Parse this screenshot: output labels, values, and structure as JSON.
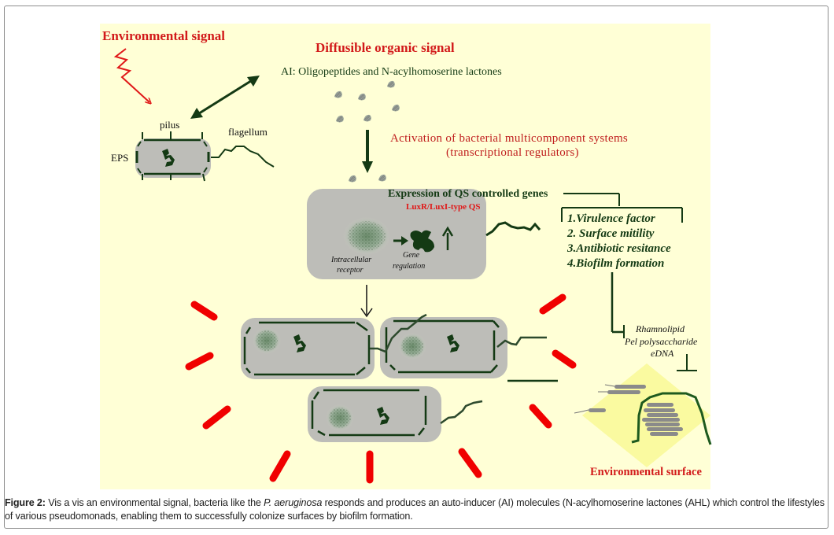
{
  "figure": {
    "labels": {
      "environmental_signal": "Environmental signal",
      "diffusible_signal": "Diffusible organic signal",
      "ai_molecules": "AI: Oligopeptides and N-acylhomoserine lactones",
      "pilus": "pilus",
      "flagellum": "flagellum",
      "eps": "EPS",
      "activation_line1": "Activation of bacterial multicomponent systems",
      "activation_line2": "(transcriptional regulators)",
      "expression": "Expression of QS controlled genes",
      "luxr": "LuxR/LuxI-type QS",
      "intracellular_line1": "Intracellular",
      "intracellular_line2": "receptor",
      "gene_line1": "Gene",
      "gene_line2": "regulation",
      "rhamnolipid": "Rhamnolipid",
      "pel": "Pel polysaccharide",
      "edna": "eDNA",
      "environmental_surface": "Environmental surface"
    },
    "qs_outcomes": [
      "1.Virulence factor",
      "2. Surface mitility",
      "3.Antibiotic resitance",
      "4.Biofilm formation"
    ],
    "colors": {
      "panel_bg": "#ffffd6",
      "signal_red": "#d21a1a",
      "dark_green": "#143a14",
      "cell_gray": "#bdbdb8",
      "surface_yellow": "#fafaa0"
    }
  },
  "caption": {
    "label": "Figure 2:",
    "text_before_species": " Vis a vis an environmental signal, bacteria like the ",
    "species": "P. aeruginosa",
    "text_after_species": " responds and produces an auto-inducer (AI) molecules (N-acylhomoserine lactones (AHL) which control the lifestyles of various pseudomonads, enabling them to successfully colonize surfaces by biofilm formation."
  }
}
